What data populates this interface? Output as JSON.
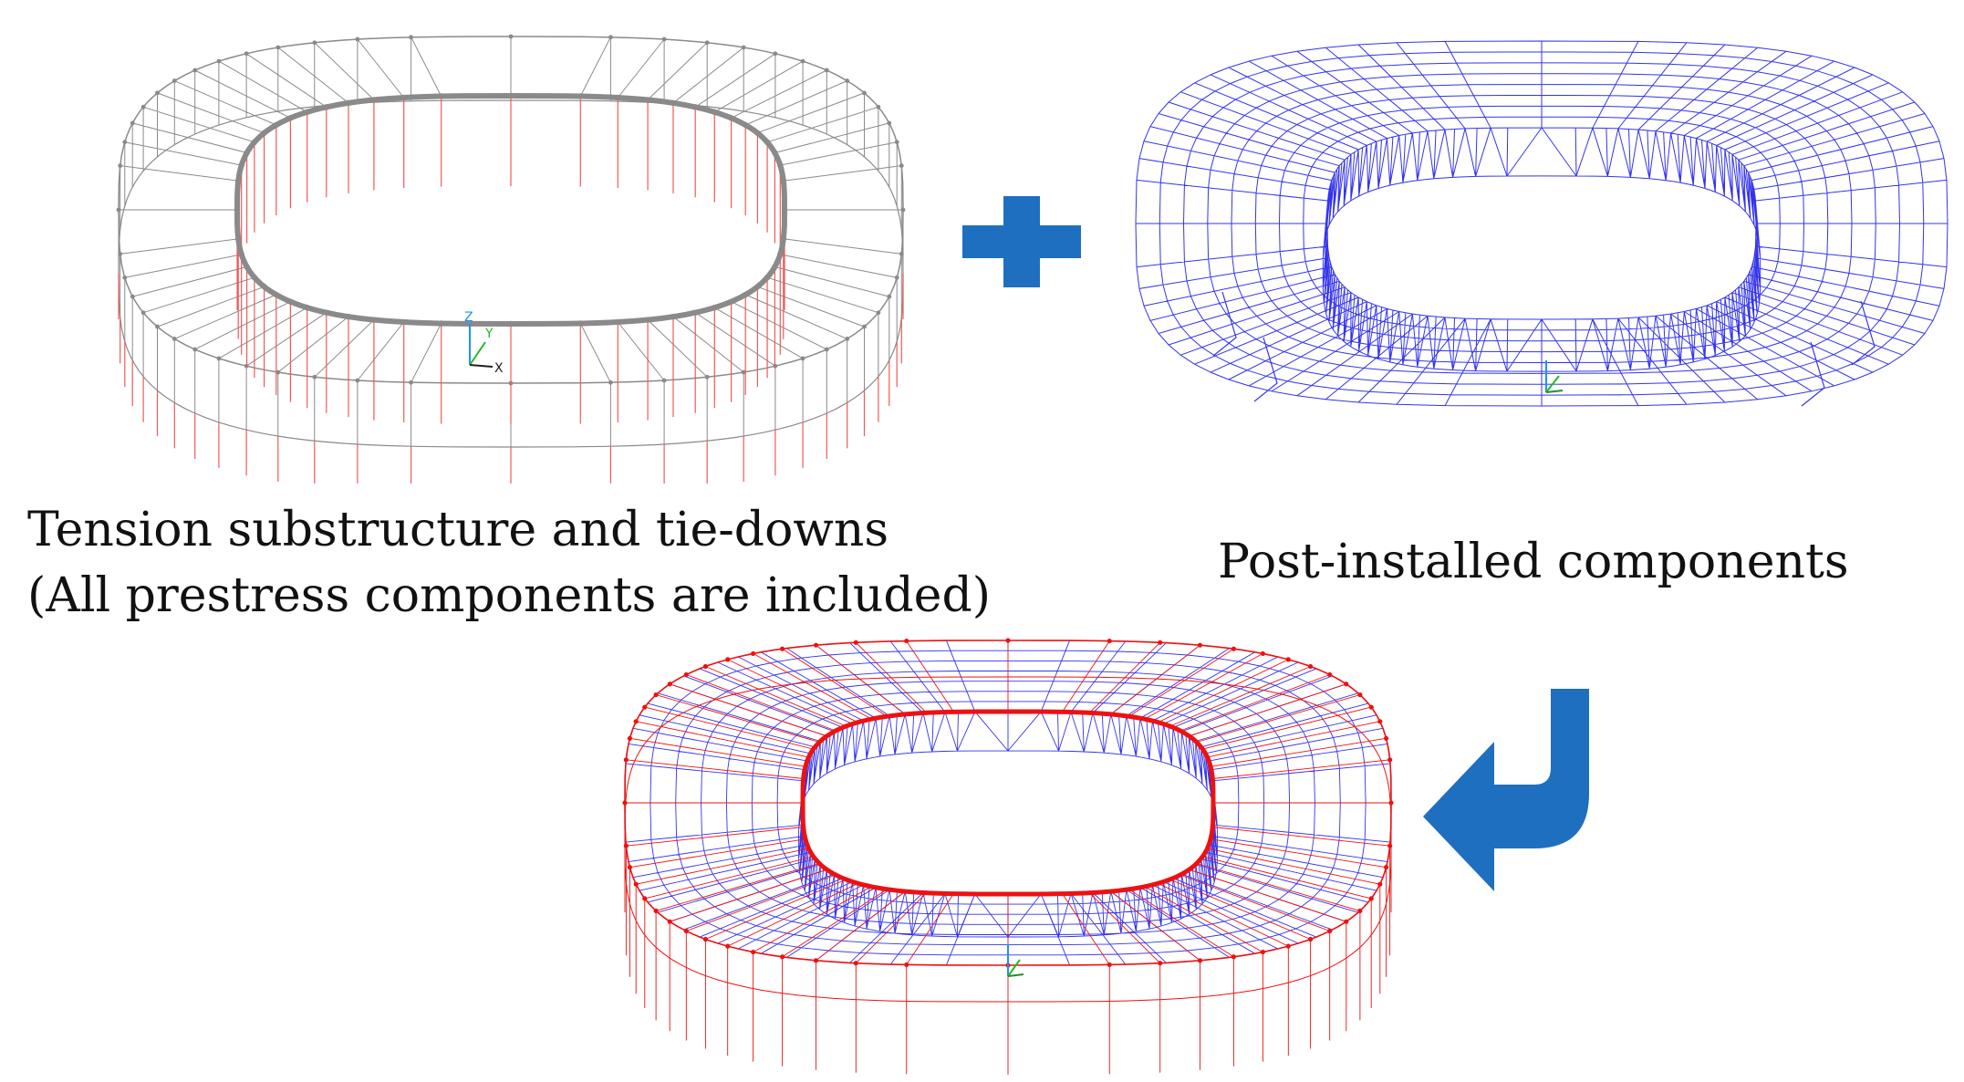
{
  "captions": {
    "substructure_line1": "Tension substructure and tie-downs",
    "substructure_line2": "(All prestress components are included)",
    "post_installed": "Post-installed components"
  },
  "axis_labels": {
    "z": "Z",
    "y": "Y",
    "x": "X"
  },
  "icons": {
    "plus": "plus-icon",
    "arrow": "curved-arrow-icon"
  },
  "colors": {
    "substructure_gray": "#8a8a8a",
    "tie_down_red": "#ee5a5a",
    "post_blue": "#3333ee",
    "combined_red": "#ee1111",
    "symbol_blue": "#1f6fc0",
    "axis_z": "#1e90ff",
    "axis_y": "#22bb22",
    "axis_x": "#222222"
  }
}
